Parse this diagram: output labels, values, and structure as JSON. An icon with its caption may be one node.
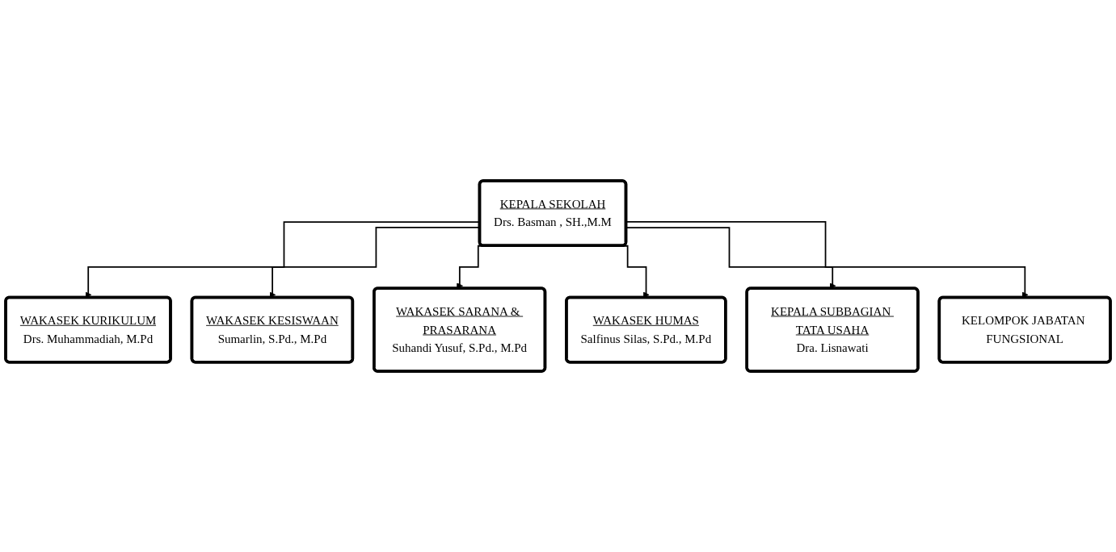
{
  "diagram": {
    "nodes": [
      {
        "text": [
          "KEPALA SEKOLAH",
          "Drs. Basman , SH.,M.M"
        ]
      },
      {
        "text": [
          "WAKASEK KURIKULUM",
          "Drs. Muhammadiah, M.Pd"
        ]
      },
      {
        "text": [
          "WAKASEK KESISWAAN",
          "Sumarlin, S.Pd., M.Pd"
        ]
      },
      {
        "text": [
          "WAKASEK SARANA & PRASARANA",
          "Suhandi Yusuf, S.Pd., M.Pd"
        ]
      },
      {
        "text": [
          "WAKASEK HUMAS",
          "Salfinus Silas, S.Pd., M.Pd"
        ]
      },
      {
        "text": [
          "KEPALA SUBBAGIAN TATA USAHA",
          "Dra. Lisnawati"
        ]
      },
      {
        "text": [
          "KELOMPOK JABATAN FUNGSIONAL"
        ]
      }
    ],
    "edges": [
      {
        "from": 0,
        "to": 1,
        "arrow": "to"
      },
      {
        "from": 0,
        "to": 2,
        "arrow": "to"
      },
      {
        "from": 0,
        "to": 3,
        "arrow": "to"
      },
      {
        "from": 0,
        "to": 4,
        "arrow": "to"
      },
      {
        "from": 0,
        "to": 5,
        "arrow": "to"
      },
      {
        "from": 0,
        "to": 6,
        "arrow": "to"
      }
    ]
  }
}
